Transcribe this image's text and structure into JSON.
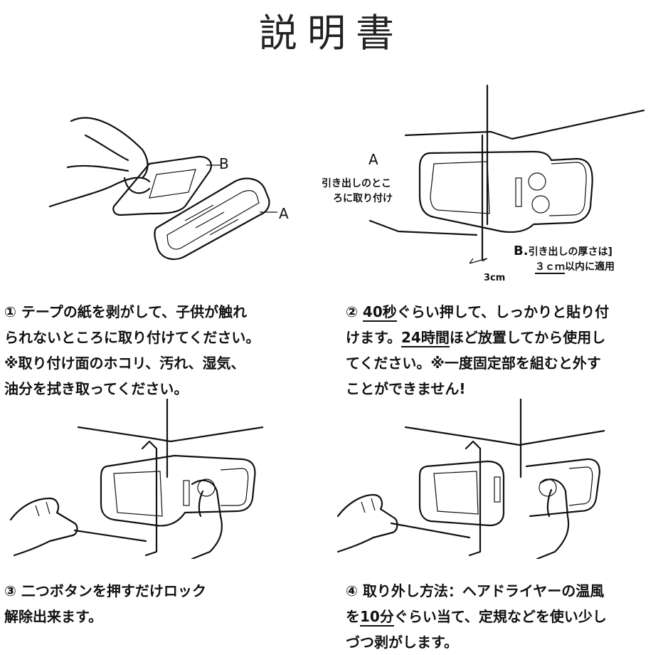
{
  "title": "説明書",
  "figure1": {
    "label_b": "B",
    "label_a": "A"
  },
  "figure2": {
    "label_a": "A",
    "note_left_1": "引き出しのとこ",
    "note_left_2": "ろに取り付け",
    "note_b_prefix": "B.",
    "note_b_1": "引き出しの厚さは]",
    "note_b_2_em": "３ｃｍ",
    "note_b_2_rest": "以内に適用",
    "dimension": "3cm"
  },
  "steps": {
    "s1": {
      "line1": "① テープの紙を剥がして、子供が触れ",
      "line2": "られないところに取り付けてください。",
      "line3": "※取り付け面のホコリ、汚れ、湿気、",
      "line4": "油分を拭き取ってください。"
    },
    "s2": {
      "l1_pre": "② ",
      "l1_em": "40秒",
      "l1_post": "ぐらい押して、しっかりと貼り付",
      "l2_pre": "けます。",
      "l2_em": "24時間",
      "l2_post": "ほど放置してから使用し",
      "l3": "てください。※一度固定部を組むと外す",
      "l4": "ことができません!"
    },
    "s3": {
      "line1": "③ 二つボタンを押すだけロック",
      "line2": "解除出来ます。"
    },
    "s4": {
      "l1": "④ 取り外し方法：ヘアドライヤーの温風",
      "l2_pre": "を",
      "l2_em": "10分",
      "l2_post": "ぐらい当て、定規などを使い少し",
      "l3": "づつ剥がします。"
    }
  }
}
